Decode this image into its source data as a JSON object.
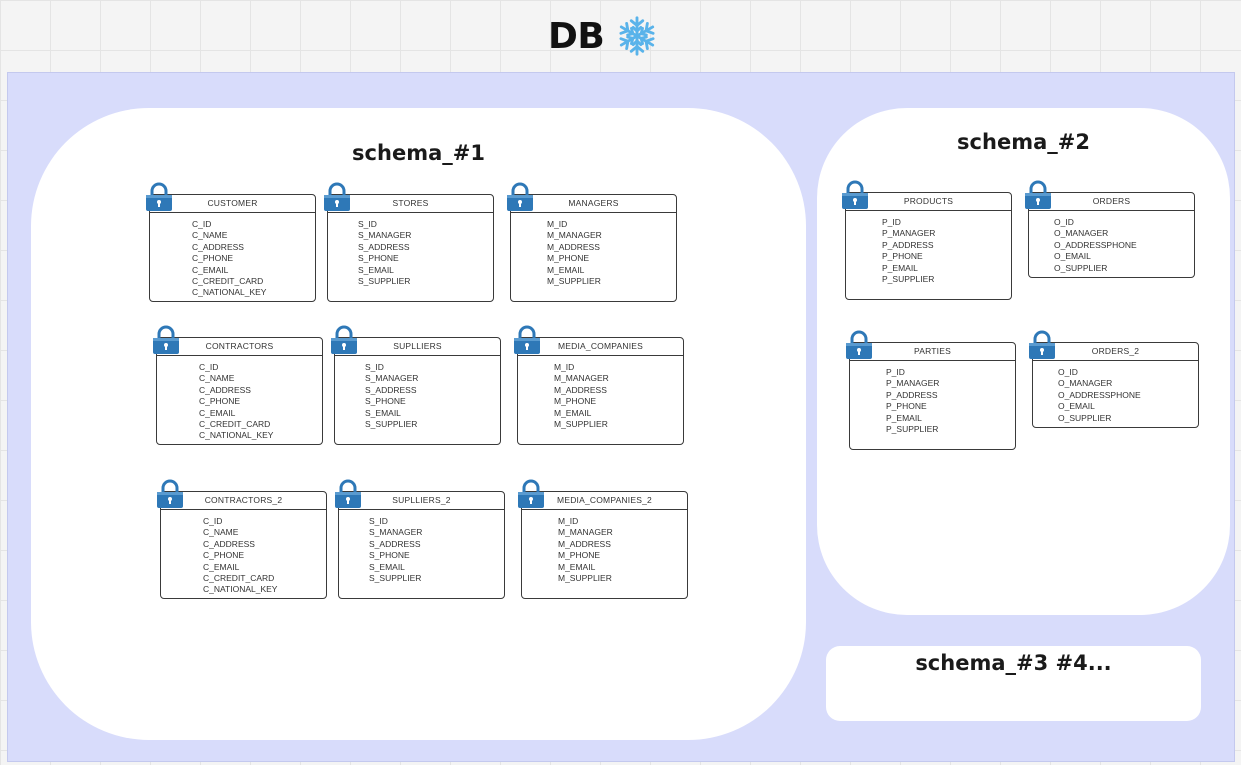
{
  "title": "DB",
  "title_icon": "snowflake-icon",
  "colors": {
    "frame_bg": "#d8dcfb",
    "panel_bg": "#ffffff",
    "lock_blue": "#2e78b7",
    "snowflake": "#59b3ea"
  },
  "schemas": [
    {
      "title": "schema_#1",
      "tables": [
        {
          "name": "CUSTOMER",
          "fields": [
            "C_ID",
            "C_NAME",
            "C_ADDRESS",
            "C_PHONE",
            "C_EMAIL",
            "C_CREDIT_CARD",
            "C_NATIONAL_KEY"
          ]
        },
        {
          "name": "STORES",
          "fields": [
            "S_ID",
            "S_MANAGER",
            "S_ADDRESS",
            "S_PHONE",
            "S_EMAIL",
            "S_SUPPLIER"
          ]
        },
        {
          "name": "MANAGERS",
          "fields": [
            "M_ID",
            "M_MANAGER",
            "M_ADDRESS",
            "M_PHONE",
            "M_EMAIL",
            "M_SUPPLIER"
          ]
        },
        {
          "name": "CONTRACTORS",
          "fields": [
            "C_ID",
            "C_NAME",
            "C_ADDRESS",
            "C_PHONE",
            "C_EMAIL",
            "C_CREDIT_CARD",
            "C_NATIONAL_KEY"
          ]
        },
        {
          "name": "SUPLLIERS",
          "fields": [
            "S_ID",
            "S_MANAGER",
            "S_ADDRESS",
            "S_PHONE",
            "S_EMAIL",
            "S_SUPPLIER"
          ]
        },
        {
          "name": "MEDIA_COMPANIES",
          "fields": [
            "M_ID",
            "M_MANAGER",
            "M_ADDRESS",
            "M_PHONE",
            "M_EMAIL",
            "M_SUPPLIER"
          ]
        },
        {
          "name": "CONTRACTORS_2",
          "fields": [
            "C_ID",
            "C_NAME",
            "C_ADDRESS",
            "C_PHONE",
            "C_EMAIL",
            "C_CREDIT_CARD",
            "C_NATIONAL_KEY"
          ]
        },
        {
          "name": "SUPLLIERS_2",
          "fields": [
            "S_ID",
            "S_MANAGER",
            "S_ADDRESS",
            "S_PHONE",
            "S_EMAIL",
            "S_SUPPLIER"
          ]
        },
        {
          "name": "MEDIA_COMPANIES_2",
          "fields": [
            "M_ID",
            "M_MANAGER",
            "M_ADDRESS",
            "M_PHONE",
            "M_EMAIL",
            "M_SUPPLIER"
          ]
        }
      ]
    },
    {
      "title": "schema_#2",
      "tables": [
        {
          "name": "PRODUCTS",
          "fields": [
            "P_ID",
            "P_MANAGER",
            "P_ADDRESS",
            "P_PHONE",
            "P_EMAIL",
            "P_SUPPLIER"
          ]
        },
        {
          "name": "ORDERS",
          "fields": [
            "O_ID",
            "O_MANAGER",
            "O_ADDRESSPHONE",
            "O_EMAIL",
            "O_SUPPLIER"
          ]
        },
        {
          "name": "PARTIES",
          "fields": [
            "P_ID",
            "P_MANAGER",
            "P_ADDRESS",
            "P_PHONE",
            "P_EMAIL",
            "P_SUPPLIER"
          ]
        },
        {
          "name": "ORDERS_2",
          "fields": [
            "O_ID",
            "O_MANAGER",
            "O_ADDRESSPHONE",
            "O_EMAIL",
            "O_SUPPLIER"
          ]
        }
      ]
    },
    {
      "title": "schema_#3 #4...",
      "tables": []
    }
  ]
}
